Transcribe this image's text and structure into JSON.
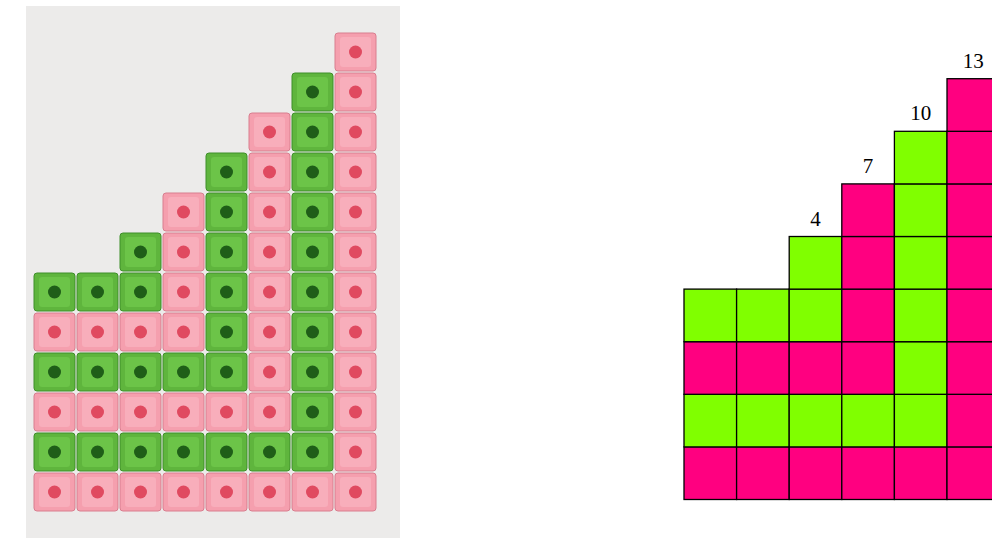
{
  "diagram": {
    "labels": [
      "4",
      "7",
      "10",
      "13"
    ]
  }
}
